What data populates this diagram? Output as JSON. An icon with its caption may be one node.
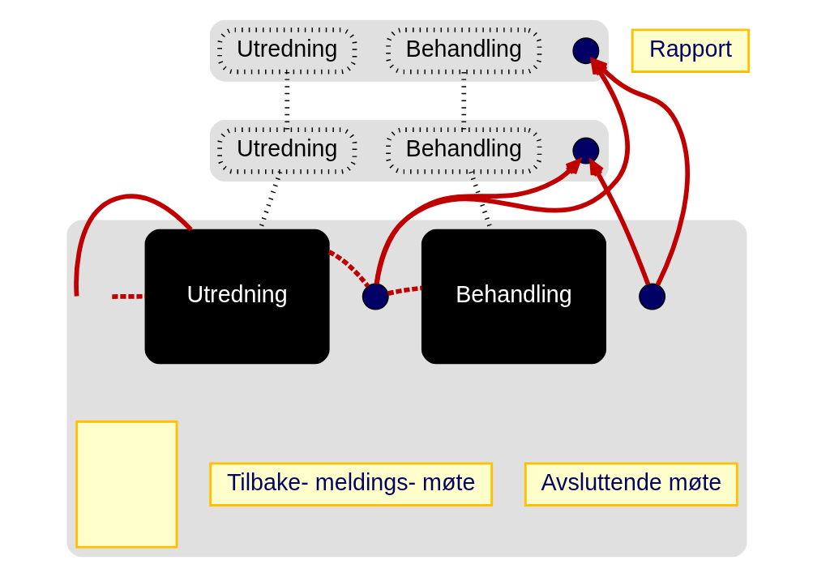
{
  "diagram": {
    "nodes": [
      {
        "text": [],
        "shape": "box"
      },
      {
        "text": [
          "Utredning"
        ],
        "in": 0
      },
      {
        "text": [
          "Behandling"
        ],
        "in": 0
      },
      {
        "text": [],
        "shape": "circle",
        "in": 0
      },
      {
        "text": [],
        "shape": "box"
      },
      {
        "text": [
          "Utredning"
        ],
        "in": 4
      },
      {
        "text": [
          "Behandling"
        ],
        "in": 4
      },
      {
        "text": [],
        "shape": "circle",
        "in": 4
      },
      {
        "text": [
          "Rapport"
        ]
      },
      {
        "text": [],
        "shape": "box"
      },
      {
        "text": [],
        "shape": "box",
        "in": 9
      },
      {
        "text": [
          "Utredning"
        ],
        "in": 9
      },
      {
        "text": [],
        "shape": "circle",
        "in": 9
      },
      {
        "text": [
          "Tilbake- meldings- møte"
        ],
        "in": 9
      },
      {
        "text": [
          "Behandling"
        ],
        "in": 9
      },
      {
        "text": [],
        "shape": "circle",
        "in": 9
      },
      {
        "text": [
          "Avsluttende møte"
        ],
        "in": 9
      }
    ],
    "edges": [
      {
        "from": 1,
        "to": 5,
        "arrow": "none",
        "style": "dashed",
        "color": "#000000"
      },
      {
        "from": 5,
        "to": 11,
        "arrow": "none",
        "style": "dashed",
        "color": "#000000"
      },
      {
        "from": 2,
        "to": 6,
        "arrow": "none",
        "style": "dashed",
        "color": "#000000"
      },
      {
        "from": 6,
        "to": 14,
        "arrow": "none",
        "style": "dashed",
        "color": "#000000"
      },
      {
        "from": null,
        "to": 11,
        "arrow": "none"
      },
      {
        "from": null,
        "to": 11,
        "arrow": "none",
        "style": "dashed"
      },
      {
        "from": 11,
        "to": 12,
        "arrow": "none",
        "style": "dashed"
      },
      {
        "from": 12,
        "to": 14,
        "arrow": "none",
        "style": "dashed"
      },
      {
        "from": 12,
        "to": 3,
        "arrow": "to"
      },
      {
        "from": 12,
        "to": 7,
        "arrow": "to"
      },
      {
        "from": 15,
        "to": 3,
        "arrow": "to"
      },
      {
        "from": 15,
        "to": 7,
        "arrow": "to"
      }
    ]
  }
}
